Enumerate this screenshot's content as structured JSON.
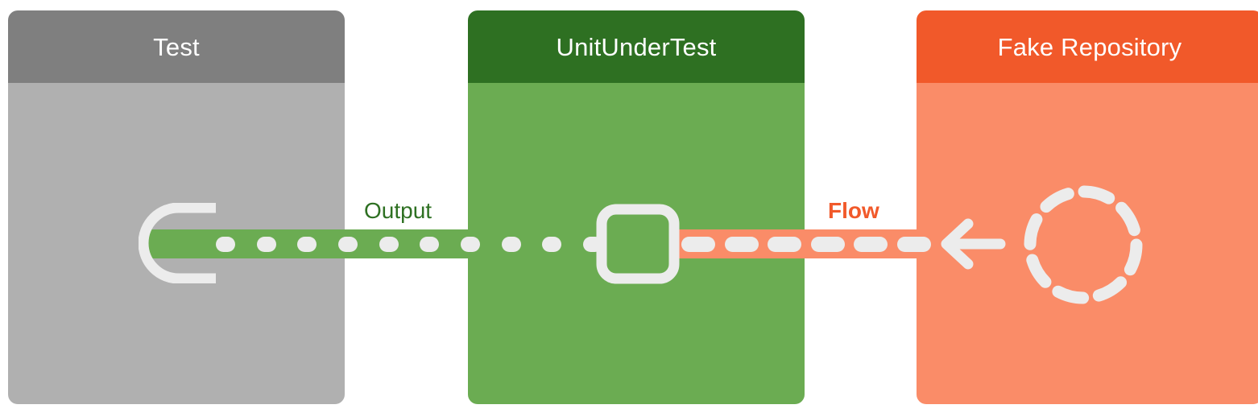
{
  "diagram": {
    "type": "sequence-collaboration",
    "background": "#ffffff",
    "participants": [
      {
        "id": "test",
        "title": "Test",
        "header_color": "#7F7F7F",
        "body_color": "#B0B0B0",
        "port_icon": "socket-receptacle-icon"
      },
      {
        "id": "unit_under_test",
        "title": "UnitUnderTest",
        "header_color": "#2E7022",
        "body_color": "#6BAC52",
        "port_icon": "rounded-square-port-icon"
      },
      {
        "id": "fake_repository",
        "title": "Fake Repository",
        "header_color": "#F1592A",
        "body_color": "#FA8C68",
        "port_icon": "dashed-circle-port-icon",
        "arrow_icon": "arrow-left-icon"
      }
    ],
    "connections": [
      {
        "id": "output",
        "label": "Output",
        "label_color": "#2E7022",
        "band_color": "#6BAC52",
        "dash_color": "#ECECEC",
        "style": "dotted",
        "bold": false,
        "from": "unit_under_test",
        "to": "test",
        "dot_count": 10
      },
      {
        "id": "flow",
        "label": "Flow",
        "label_color": "#F1592A",
        "band_color": "#FA8C68",
        "dash_color": "#ECECEC",
        "style": "dashed",
        "bold": true,
        "from": "fake_repository",
        "to": "unit_under_test",
        "dash_count": 6
      }
    ]
  }
}
